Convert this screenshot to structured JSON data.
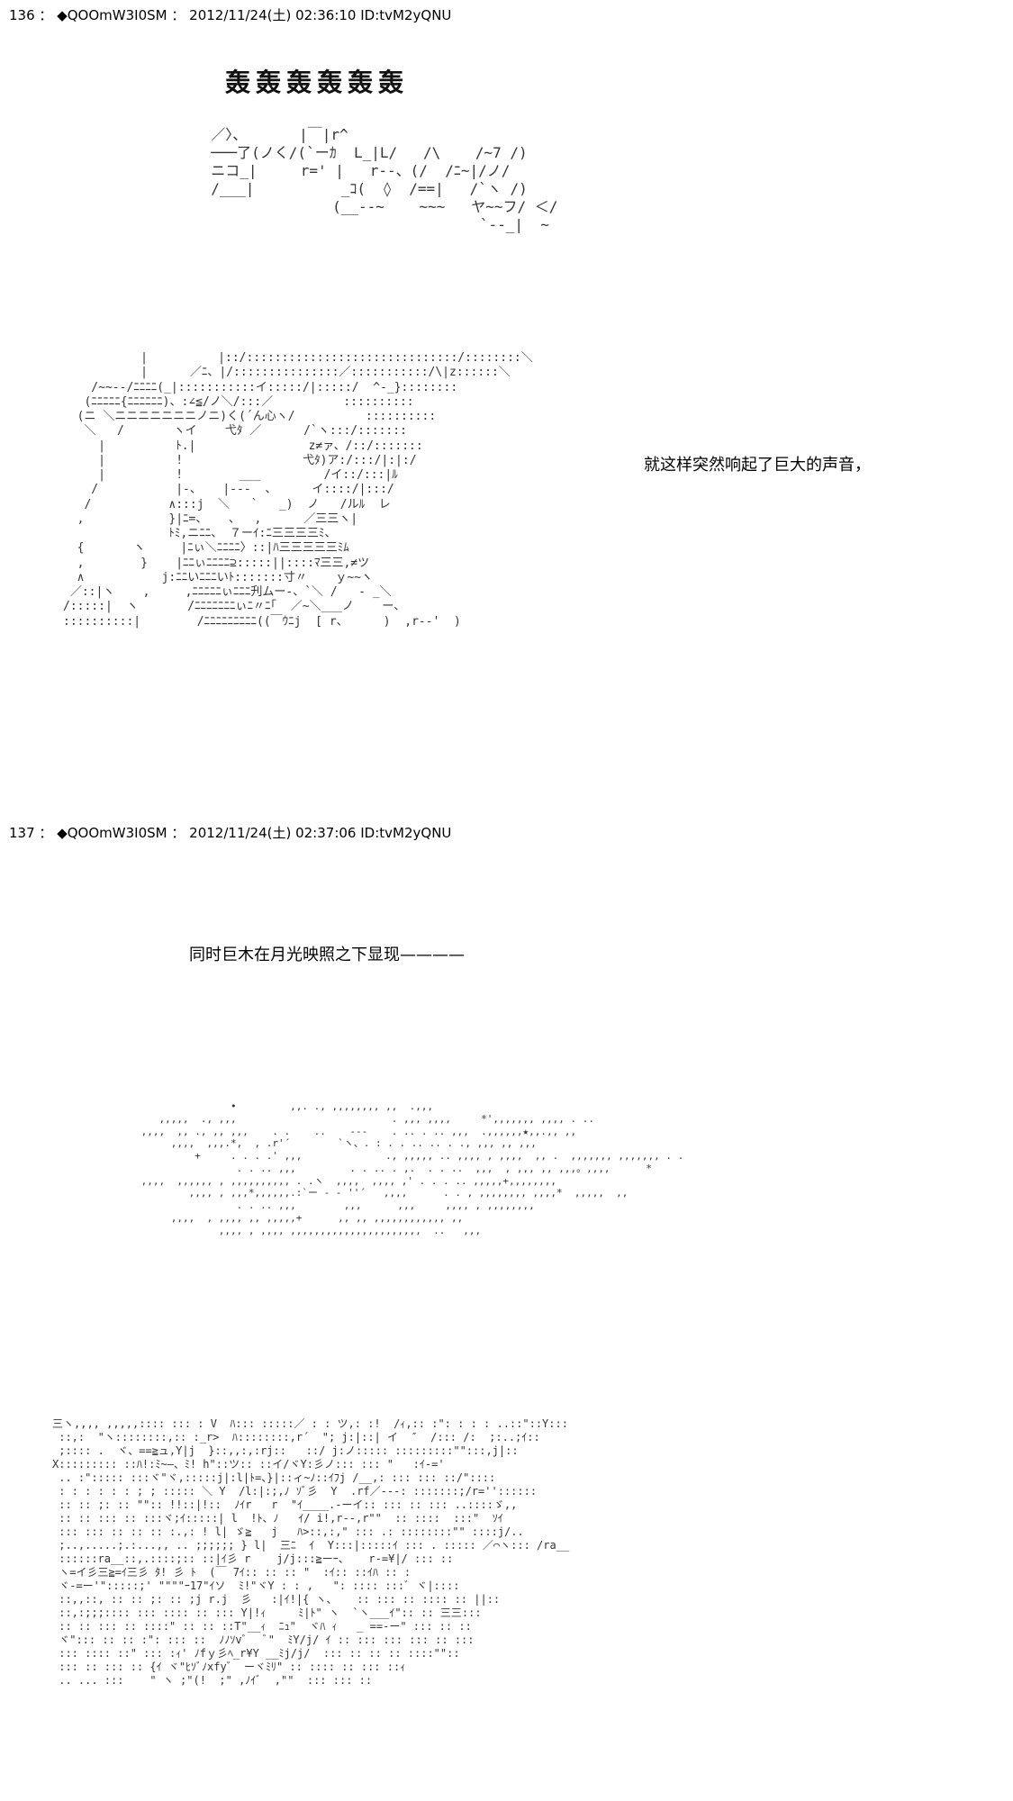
{
  "posts": [
    {
      "header": {
        "number": "136",
        "sep": "：",
        "name": "◆QOOmW3I0SM",
        "datetime": "2012/11/24(土) 02:36:10",
        "id": "ID:tvM2yQNU"
      },
      "title": "轰轰轰轰轰轰",
      "caption": "就这样突然响起了巨大的声音，",
      "art": {
        "sfx": "  ／〉、      |￣|r^\n  ───了(ノく/(`ーｶ  L_|L/   /\\    /~7 /)\n  ニコ_|     r=' |   r--、(/  /ﾆ~|/ノ/\n  /___|          _ｺ(  ◊  /==|   /`ヽ /)\n                (__--~    ~~~   ヤ~~フ/ ＜/\n                                 `--_|  ~",
        "scene": "           |          |::/::::::::::::::::::::::::::::::/::::::::＼\n           |      ／ﾆ、|/:::::::::::::::／:::::::::::/\\|z::::::＼\n    /~~--/ﾆﾆﾆﾆ(_|:::::::::::イ:::::/|:::::/  ^-_}::::::::\n   (ﾆﾆﾆﾆﾆ{ﾆﾆﾆﾆﾆﾆ)、:∠≦/ノ＼/:::／          ::::::::::\n  (ニ ＼ニニニニニニニノニ)く(´ん心ヽ/          ::::::::::\n   ＼   /       ヽイ    弋ﾀ ／      /`ヽ:::/:::::::\n     |          ﾄ.|                z≠ァ、/::/:::::::\n     |          !                 弋ﾀ)ア:/:::/|:|:/\n     |          !        ___         /イ::/:::|ﾙ\n    /           |-、   |---  、     イ::::/|:::/\n   /           ∧:::j  ＼   `   _)  ノ   /ルﾙ  レ\n  ,            }|ﾆ=、   、  ,      ／三三ヽ|\n               ﾄﾐ,ニﾆﾆ、 ７ーｲ:ﾆ三三三三ﾐ、\n  {       ヽ     |ﾆぃ＼ﾆﾆﾆﾆ〉::|ﾊ三三三三三ﾐﾑ\n  ,        }    |ﾆﾆぃﾆﾆﾆﾆ⊇:::::||::::ﾏ三三,≠ツ\n  ∧           j:ﾆﾆいﾆﾆﾆいﾄ:::::::寸〃    ｙ~~ヽ\n ／::|ヽ    ,     ,ﾆﾆﾆﾆﾆぃﾆﾆﾆ刋ムー-、`＼ /   - _＼\n/:::::|  ヽ       /ﾆﾆﾆﾆﾆﾆﾆぃﾆ〃ﾆ｢  ／~＼___ノ    ー、\n::::::::::|        /ﾆﾆﾆﾆﾆﾆﾆﾆﾆ((￣ｳﾆj  [ r、     )  ,r--'  )"
      }
    },
    {
      "header": {
        "number": "137",
        "sep": "：",
        "name": "◆QOOmW3I0SM",
        "datetime": "2012/11/24(土) 02:37:06",
        "id": "ID:tvM2yQNU"
      },
      "caption": "同时巨木在月光映照之下显现————",
      "art": {
        "sky": "                •         ,,. ., ,,,,,,,, ,,  .,,,\n    ,,,,,  ., ,,,                          . ,,, ,,,,     *',,,,,,, ,,,, . ..\n ,,,,  ,, ., ,, ,,,    . .    ..    --‐    . .. . .. ,,,  .,,,,,,★,,.,, ,,\n      ,,,,  ,,,.*,  , .r'´        `ヽ、. : . . .. .. . ., ,,, ,, ,,,\n          +     . . . .' ,,,              ., ,,,,, .. ,,,, , ,,,,  ,, .  ,,,,,,, ,,,,,,, . .\n                 . . .. ,,,         . . .. . ,.  . . ..  ,,,  , ,,, ,, ,,,。,,,,      *\n ,,,,  ,,,,,, , ,,,,,,,,,, . .ヽ  ,,,,  ,,,, ,' . . . .. ,,,,,+,,,,,,,,\n         ,,,, , ,,,*,,,,,,.:`ー - ‐ ''´   ,,,,      . . , ,,,,,,,, ,,,,*  ,,,,,  ,,\n                 . . .. ,,,        ,,,      ,,,     ,,,, , ,,,,,,,,\n      ,,,,  , ,,,, ,, ,,,,,+      ,, ,, ,,,,,,,,,,,, ,,\n              ,,,, , ,,,, ,,,,,,,,,,,,,,,,,,,,,,  ..   ,,,",
        "forest": "三ヽ,,,, ,,,,,:::: ::: : V  ﾊ::: :::::／ : : ツ,: :!  /ｨ,:: :\": : : : ..::\"::Y:::\n ::,:  \"ヽ::::::::,:: :_r>  ﾊ::::::::,r´  \"; j:|::| イ  ″  /::: /:  ;:..;ｲ::\n ;:::: .  ヾ、==≧ュ,Y|j  }::,,:,:rj::   ::/ j:ノ::::: :::::::::\"\":::,j|::\nX::::::::: ::ﾊ!:ﾐ~―、ﾐ! h\"::ツ:: ::イ/ヾY:彡ノ::: ::: \"   :ｲ-='\n .. :\"::::: :::ヾ\"ヾ,:::::j|:l|ﾄ=、}|::ィ~ﾉ::ｲﾌj /__,: ::: ::: ::/\"::::\n : : : : : : ; ; ::::: ＼ Y  /l:|:;,ﾉ ｿﾞ彡  Y  .rf／---: :::::::;/r=''::::::\n :: :: ;: :: \"\":: !!::|!::  ﾉｲr   r  \"ｲ____.-ーイ:: ::: :: ::: ..::::ゞ,, \n :: :: ::: :: :::ヾ;ｲ:::::| l  !ﾄ、ﾉ   ｲ/ i!,r--,r\"\"  :: ::::  :::\"  ｿｲ\n ::: ::: :: :: :: :.,: ! l| ゞ≧   j   ﾊ>::,:,\" ::: .: ::::::::\"\" ::::j/..\n ;..,.....;.:...,, .. ;;;;;; } l|  三ﾆ  ｲ  Y:::|:::::ｲ ::: . ::::: ／⌒ヽ::: /ra__\n ::::::ra__::,.::::;:: ::|ｲ彡 r    j/j:::≧ーｰ、   r-=¥|/ ::: ::\n ヽ=イ彡三≧=ｲ三彡 ﾀ! 彡 ﾄ  (￣ 7ｲ:: :: :: \"  :ｲ:: ::ｲﾊ :: :\n ヾ-=ー'\":::::;' \"\"\"\"ｰ17\"ｲソ  ﾐ!\"ヾY : : ,   \": :::: :::ﾞ ヾ|::::\n ::,,::, :: :: ;: :: ;j r.j  彡   :|ｲ!|{ ヽ、   :: ::: :: :::: :: ||::\n ::,:;;;:::: ::: :::: :: ::: Y|!ｨ     ﾐ|ﾄ\" ヽ  `ヽ___ｲ\":: :: 三三:::\n :: :: ::: :: ::::\" :: :: ::T\"__ｨ  ﾆｭ\"  ヾﾊ ｨ   _ ==-ー\" ::: :: ::\n ヾ\"::: :: :: :\": ::: ::  ﾉﾉｿvﾞ   ﾞ\"  ﾐY/j/ ｲ :: ::: ::: ::: :: :::\n ::: :::: ::\" ::: :ｨ' ﾉfｙ彡ﾍ_r¥Y __ﾐj/j/  ::: :: :: :: ::::\"\"::\n ::: :: ::: :: {ｲ ヾ\"ﾋｿﾞﾉxfy゛ ーヾﾐﾘ\" :: :::: :: ::: ::ｨ\n .. ... :::    \" ヽ ;\"(!  ;\" ,ﾉｲﾞ  ,\"\"  ::: ::: ::"
      }
    }
  ]
}
